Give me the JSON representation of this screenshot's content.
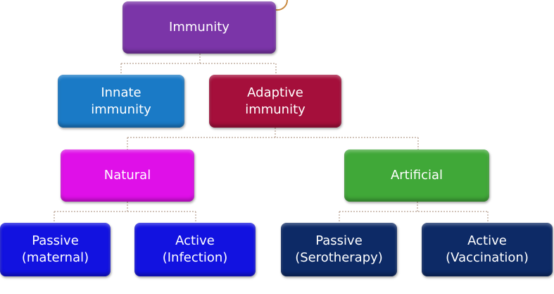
{
  "nodes": {
    "immunity": {
      "label": "Immunity",
      "color": "#7b35a8"
    },
    "innate": {
      "label": "Innate\nimmunity",
      "color": "#1a7ac6"
    },
    "adaptive": {
      "label": "Adaptive\nimmunity",
      "color": "#a50f3b"
    },
    "natural": {
      "label": "Natural",
      "color": "#df10e8"
    },
    "artificial": {
      "label": "Artificial",
      "color": "#40a838"
    },
    "passive_maternal": {
      "label": "Passive\n(maternal)",
      "color": "#1212e0"
    },
    "active_infection": {
      "label": "Active\n(Infection)",
      "color": "#1212e0"
    },
    "passive_serotherapy": {
      "label": "Passive\n(Serotherapy)",
      "color": "#0d2a66"
    },
    "active_vaccination": {
      "label": "Active\n(Vaccination)",
      "color": "#0d2a66"
    }
  },
  "connector_color": "#b8a090"
}
